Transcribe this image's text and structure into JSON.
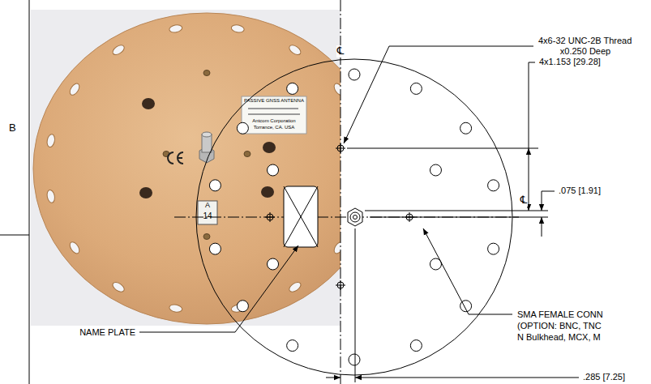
{
  "diagram": {
    "labels": [
      "B",
      "℄",
      "4x6-32 UNC-2B Thread",
      "x0.250 Deep",
      "4x1.153 [29.28]",
      ".075 [1.91]",
      "℄",
      "SMA FEMALE CONN",
      "(OPTION: BNC, TNC",
      "N Bulkhead, MCX, M",
      "NAME PLATE",
      ".285 [7.25]",
      "PASSIVE GNSS ANTENNA",
      "Antcom Corporation",
      "Torrance, CA. USA",
      "A",
      "14"
    ]
  }
}
